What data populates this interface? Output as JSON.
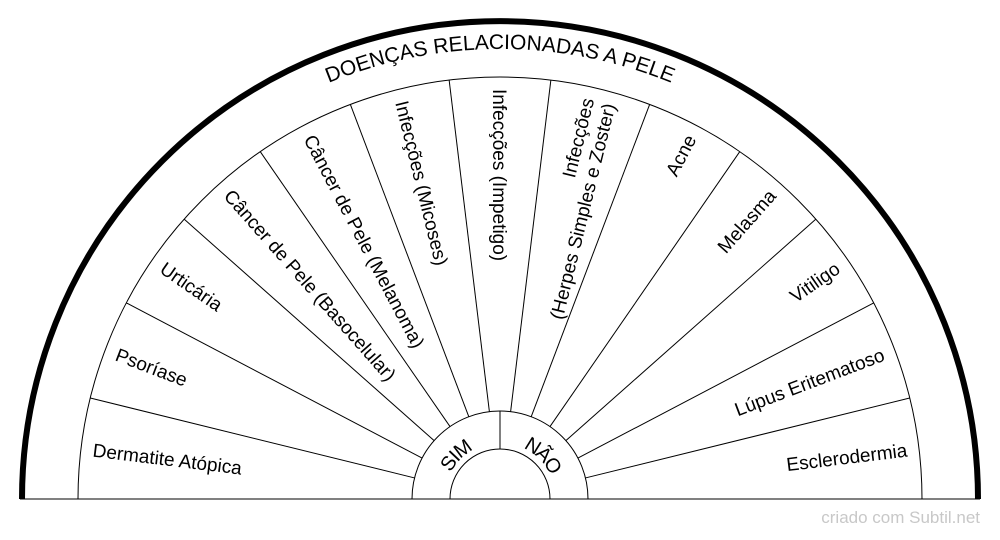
{
  "title": "DOENÇAS RELACIONADAS A PELE",
  "hub": {
    "yes_label": "SIM",
    "no_label": "NÃO"
  },
  "sectors": [
    {
      "label": [
        "Dermatite Atópica"
      ]
    },
    {
      "label": [
        "Psoríase"
      ]
    },
    {
      "label": [
        "Urticária"
      ]
    },
    {
      "label": [
        "Câncer de Pele (Basocelular)"
      ]
    },
    {
      "label": [
        "Câncer de Pele (Melanoma)"
      ]
    },
    {
      "label": [
        "Infecções (Micoses)"
      ]
    },
    {
      "label": [
        "Infecções (Impetigo)"
      ]
    },
    {
      "label": [
        "Infecções",
        "(Herpes Simples e Zoster)"
      ]
    },
    {
      "label": [
        "Acne"
      ]
    },
    {
      "label": [
        "Melasma"
      ]
    },
    {
      "label": [
        "Vitiligo"
      ]
    },
    {
      "label": [
        "Lúpus Eritematoso"
      ]
    },
    {
      "label": [
        "Esclerodermia"
      ]
    }
  ],
  "footer": "criado com Subtil.net",
  "colors": {
    "line": "#000000",
    "baseline": "#808080",
    "footer": "#c8c8c8"
  }
}
